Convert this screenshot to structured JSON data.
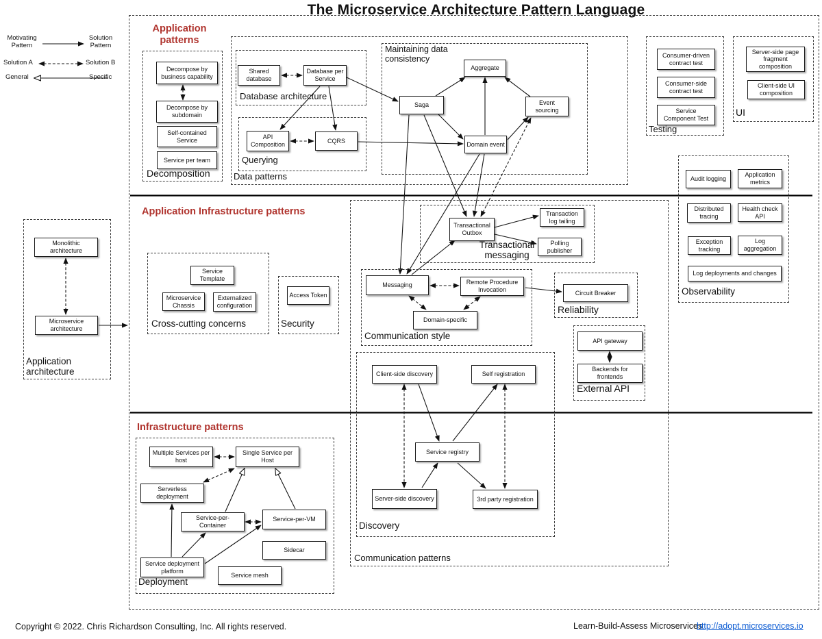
{
  "title": "The Microservice Architecture Pattern Language",
  "colors": {
    "accent_red": "#b0342e",
    "link_blue": "#0b5bd3"
  },
  "legend": {
    "motivating_pattern": "Motivating Pattern",
    "solution_pattern": "Solution Pattern",
    "solution_a": "Solution A",
    "solution_b": "Solution B",
    "general": "General",
    "specific": "Specific"
  },
  "sections": {
    "application_patterns": "Application patterns",
    "application_infrastructure_patterns": "Application Infrastructure patterns",
    "infrastructure_patterns": "Infrastructure patterns"
  },
  "groups": {
    "decomposition": "Decomposition",
    "database_architecture": "Database architecture",
    "querying": "Querying",
    "data_patterns": "Data patterns",
    "maintaining_data_consistency": "Maintaining data consistency",
    "testing": "Testing",
    "ui": "UI",
    "observability": "Observability",
    "cross_cutting_concerns": "Cross-cutting concerns",
    "security": "Security",
    "transactional_messaging": "Transactional messaging",
    "communication_style": "Communication style",
    "reliability": "Reliability",
    "external_api": "External API",
    "discovery": "Discovery",
    "communication_patterns": "Communication patterns",
    "application_architecture": "Application architecture",
    "deployment": "Deployment"
  },
  "nodes": {
    "decompose_capability": "Decompose by business capability",
    "decompose_subdomain": "Decompose by subdomain",
    "self_contained": "Self-contained Service",
    "service_per_team": "Service per team",
    "shared_database": "Shared database",
    "database_per_service": "Database per Service",
    "api_composition": "API Composition",
    "cqrs": "CQRS",
    "saga": "Saga",
    "aggregate": "Aggregate",
    "event_sourcing": "Event sourcing",
    "domain_event": "Domain event",
    "consumer_driven_contract_test": "Consumer-driven contract test",
    "consumer_side_contract_test": "Consumer-side contract test",
    "service_component_test": "Service Component Test",
    "server_side_page_fragment_composition": "Server-side page fragment composition",
    "client_side_ui_composition": "Client-side UI composition",
    "audit_logging": "Audit logging",
    "application_metrics": "Application metrics",
    "distributed_tracing": "Distributed tracing",
    "health_check_api": "Health check API",
    "exception_tracking": "Exception tracking",
    "log_aggregation": "Log aggregation",
    "log_deployments_and_changes": "Log deployments and changes",
    "service_template": "Service Template",
    "microservice_chassis": "Microservice Chassis",
    "externalized_configuration": "Externalized configuration",
    "access_token": "Access Token",
    "transactional_outbox": "Transactional Outbox",
    "transaction_log_tailing": "Transaction log tailing",
    "polling_publisher": "Polling publisher",
    "messaging": "Messaging",
    "remote_procedure_invocation": "Remote Procedure Invocation",
    "domain_specific": "Domain-specific",
    "circuit_breaker": "Circuit Breaker",
    "api_gateway": "API gateway",
    "backends_for_frontends": "Backends for frontends",
    "client_side_discovery": "Client-side discovery",
    "self_registration": "Self registration",
    "service_registry": "Service registry",
    "server_side_discovery": "Server-side discovery",
    "third_party_registration": "3rd party registration",
    "monolithic_architecture": "Monolithic architecture",
    "microservice_architecture": "Microservice architecture",
    "multiple_services_per_host": "Multiple Services per host",
    "single_service_per_host": "Single Service per Host",
    "serverless_deployment": "Serverless deployment",
    "service_per_container": "Service-per-Container",
    "service_per_vm": "Service-per-VM",
    "sidecar": "Sidecar",
    "service_deployment_platform": "Service deployment platform",
    "service_mesh": "Service mesh"
  },
  "footer": {
    "copyright": "Copyright © 2022. Chris Richardson Consulting, Inc. All rights reserved.",
    "tagline": "Learn-Build-Assess Microservices",
    "link": "http://adopt.microservices.io"
  }
}
